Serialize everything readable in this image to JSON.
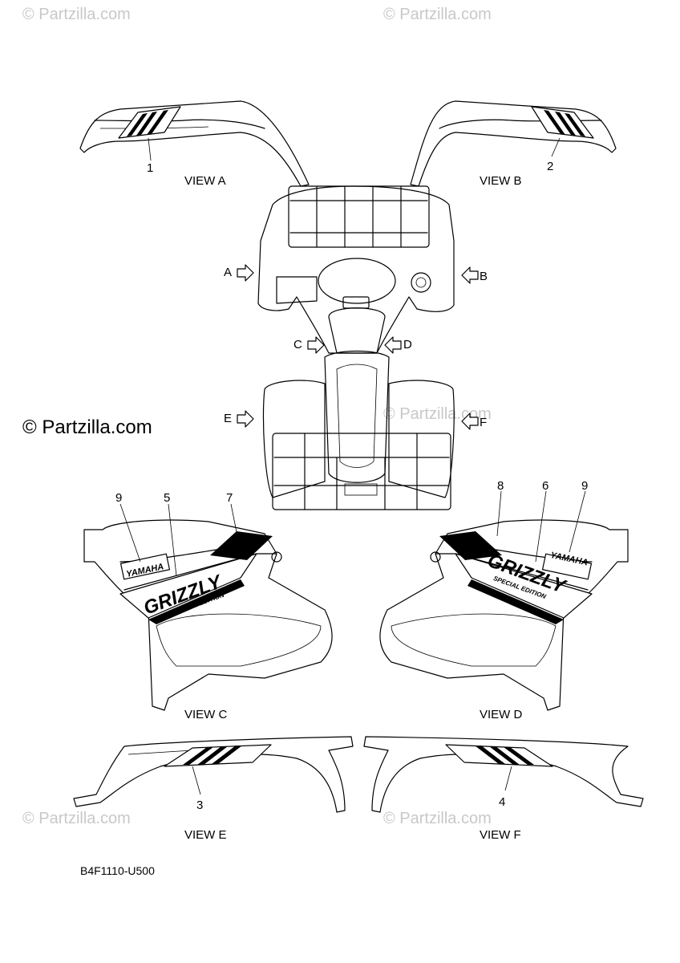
{
  "watermarks": {
    "top_left": "© Partzilla.com",
    "top_right": "© Partzilla.com",
    "middle": "© Partzilla.com",
    "middle_right": "© Partzilla.com",
    "bottom_left": "© Partzilla.com",
    "bottom_right": "© Partzilla.com"
  },
  "views": {
    "a": "VIEW A",
    "b": "VIEW B",
    "c": "VIEW C",
    "d": "VIEW D",
    "e": "VIEW E",
    "f": "VIEW F"
  },
  "arrows": {
    "a": "A",
    "b": "B",
    "c": "C",
    "d": "D",
    "e": "E",
    "f": "F"
  },
  "callouts": {
    "n1": "1",
    "n2": "2",
    "n3": "3",
    "n4": "4",
    "n5": "5",
    "n6": "6",
    "n7": "7",
    "n8": "8",
    "n9_left": "9",
    "n9_right": "9"
  },
  "decals": {
    "brand_left": "YAMAHA",
    "brand_right": "YAMAHA",
    "model_left": "GRIZZLY",
    "model_right": "GRIZZLY",
    "edition_left": "SPECIAL EDITION",
    "edition_right": "SPECIAL EDITION"
  },
  "diagram_code": "B4F1110-U500"
}
